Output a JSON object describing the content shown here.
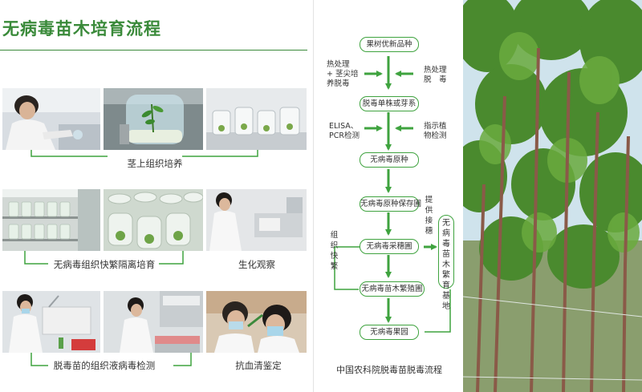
{
  "title": "无病毒苗木培育流程",
  "captions": {
    "row1": "茎上组织培养",
    "row2a": "无病毒组织快繁隔离培育",
    "row2b": "生化观察",
    "row3a": "脱毒苗的组织液病毒检测",
    "row3b": "抗血清鉴定"
  },
  "flow": {
    "boxes": [
      "果树优新品种",
      "脱毒单株或芽系",
      "无病毒原种",
      "无病毒原种保存圃",
      "无病毒采穗圃",
      "无病毒苗木繁殖圃",
      "无病毒果园"
    ],
    "left1": "热处理\n+ 茎尖培\n养脱毒",
    "right1": "热处理\n脱　毒",
    "left2": "ELISA、\nPCR检测",
    "right2": "指示植\n物检测",
    "left_vertical": "组织快繁",
    "mid_vertical": "提供接穗",
    "right_box": "无病毒苗木繁育基地",
    "caption": "中国农科院脱毒苗脱毒流程"
  },
  "colors": {
    "accent": "#3a8a3a",
    "flow": "#3fa33f"
  }
}
